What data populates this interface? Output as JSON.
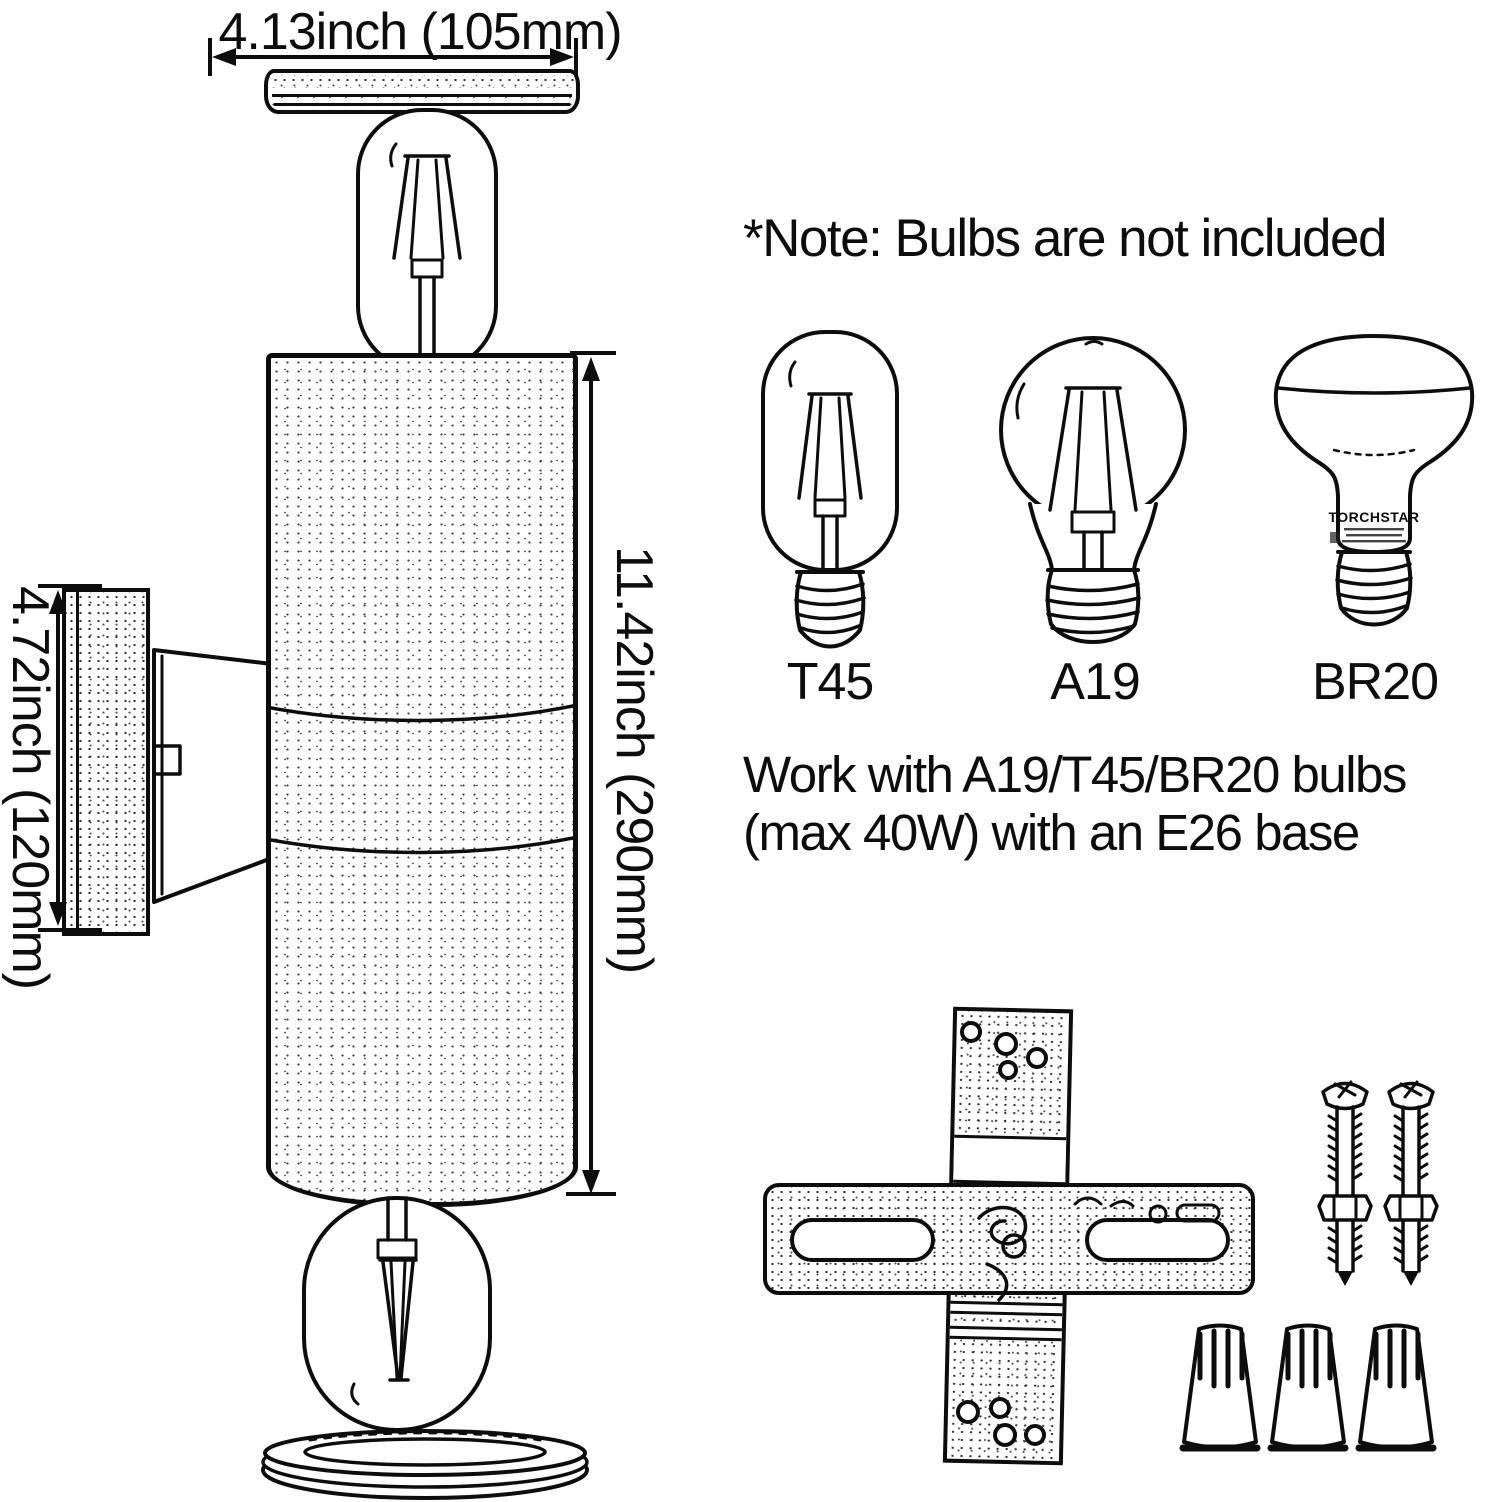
{
  "colors": {
    "ink": "#0d0d0d",
    "paper": "#ffffff"
  },
  "fixture": {
    "width_label": "4.13inch (105mm)",
    "height_label": "11.42inch (290mm)",
    "plate_height_label": "4.72inch (120mm)"
  },
  "note": "*Note: Bulbs are not included",
  "bulbs": {
    "items": [
      {
        "label": "T45"
      },
      {
        "label": "A19"
      },
      {
        "label": "BR20"
      }
    ],
    "br20_brand": "TORCHSTAR",
    "compatibility": [
      "Work with A19/T45/BR20 bulbs",
      "(max 40W) with an E26 base"
    ]
  }
}
